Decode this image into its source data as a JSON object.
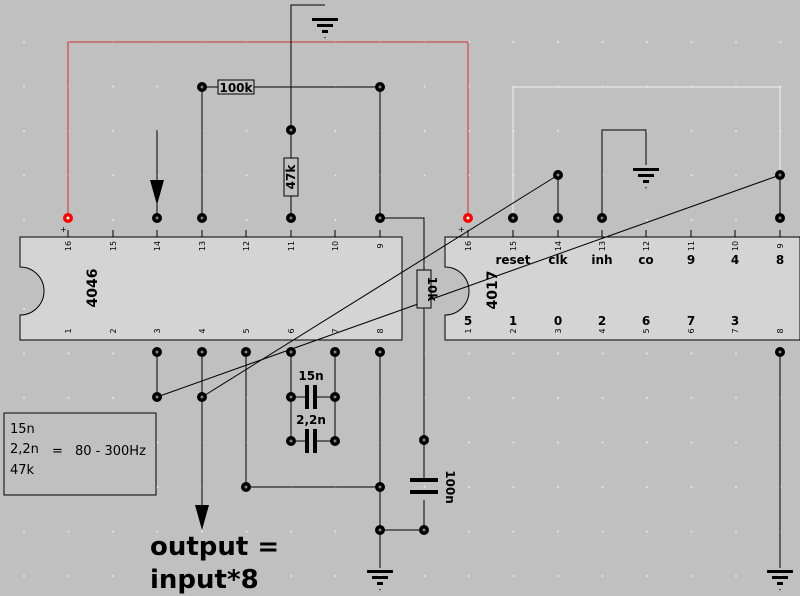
{
  "colors": {
    "background": "#c0c0c0",
    "wire": "#000000",
    "supply_wire": "#d03030",
    "reset_wire": "#f0f0f0",
    "chip_fill": "#d4d4d4",
    "supply_pin": "#ff0000"
  },
  "chip_4046": {
    "name": "4046",
    "plus": "+",
    "top_pins": [
      "16",
      "15",
      "14",
      "13",
      "12",
      "11",
      "10",
      "9"
    ],
    "bottom_pins": [
      "1",
      "2",
      "3",
      "4",
      "5",
      "6",
      "7",
      "8"
    ]
  },
  "chip_4017": {
    "name": "4017",
    "plus": "+",
    "top_pins": [
      "16",
      "15",
      "14",
      "13",
      "12",
      "11",
      "10",
      "9"
    ],
    "top_functions": [
      "reset",
      "clk",
      "inh",
      "co",
      "9",
      "4",
      "8"
    ],
    "bottom_pins": [
      "1",
      "2",
      "3",
      "4",
      "5",
      "6",
      "7",
      "8"
    ],
    "bottom_functions": [
      "5",
      "1",
      "0",
      "2",
      "6",
      "7",
      "3"
    ]
  },
  "components": {
    "r1": "100k",
    "r2": "47k",
    "r3": "10k",
    "c1": "15n",
    "c2": "2,2n",
    "c3": "100n"
  },
  "ground_label": "-",
  "note": {
    "line1": "15n",
    "line2": "2,2n",
    "equals": "=",
    "freq": "80 - 300Hz",
    "line3": "47k"
  },
  "output": {
    "line1": "output =",
    "line2": "input*8"
  },
  "icons": [
    "ground-icon",
    "arrow-down-icon",
    "capacitor-icon",
    "resistor-icon"
  ]
}
